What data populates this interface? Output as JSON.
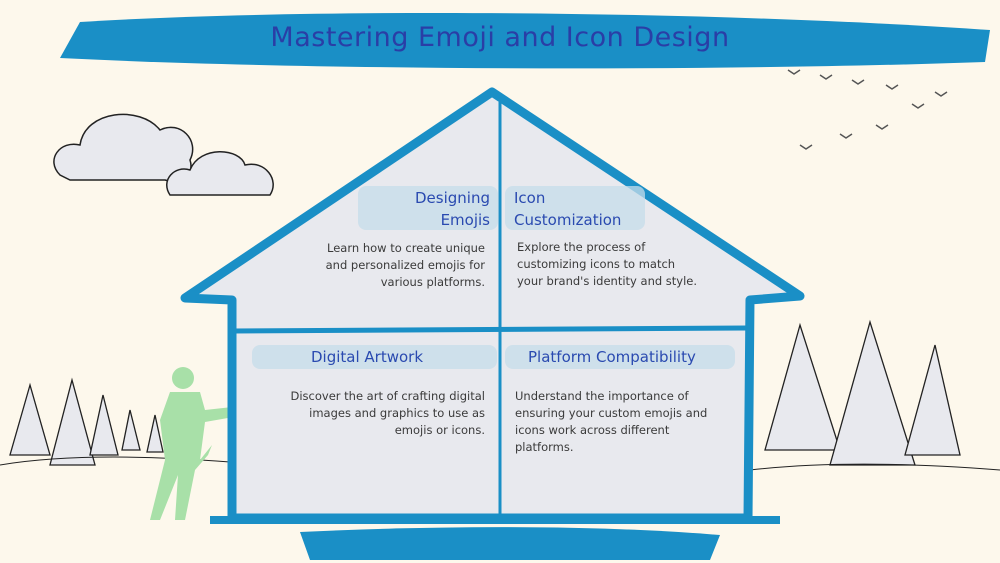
{
  "title": "Mastering Emoji and Icon Design",
  "sections": [
    {
      "heading_line1": "Designing",
      "heading_line2": "Emojis",
      "text_lines": [
        "Learn how to create unique",
        "and personalized emojis for",
        "various platforms."
      ]
    },
    {
      "heading_line1": "Icon",
      "heading_line2": "Customization",
      "text_lines": [
        "Explore the process of",
        "customizing icons to match",
        "your brand's identity and style."
      ]
    },
    {
      "heading": "Digital Artwork",
      "text_lines": [
        "Discover the art of crafting digital",
        "images and graphics to use as",
        "emojis or icons."
      ]
    },
    {
      "heading": "Platform Compatibility",
      "text_lines": [
        "Understand the importance of",
        "ensuring your custom emojis and",
        "icons work across different",
        "platforms."
      ]
    }
  ],
  "colors": {
    "accent": "#1a8fc6",
    "title": "#2a3ea6",
    "background": "#fdf8ec",
    "house_fill": "#e8e9ee",
    "figure": "#a8e0a8"
  }
}
